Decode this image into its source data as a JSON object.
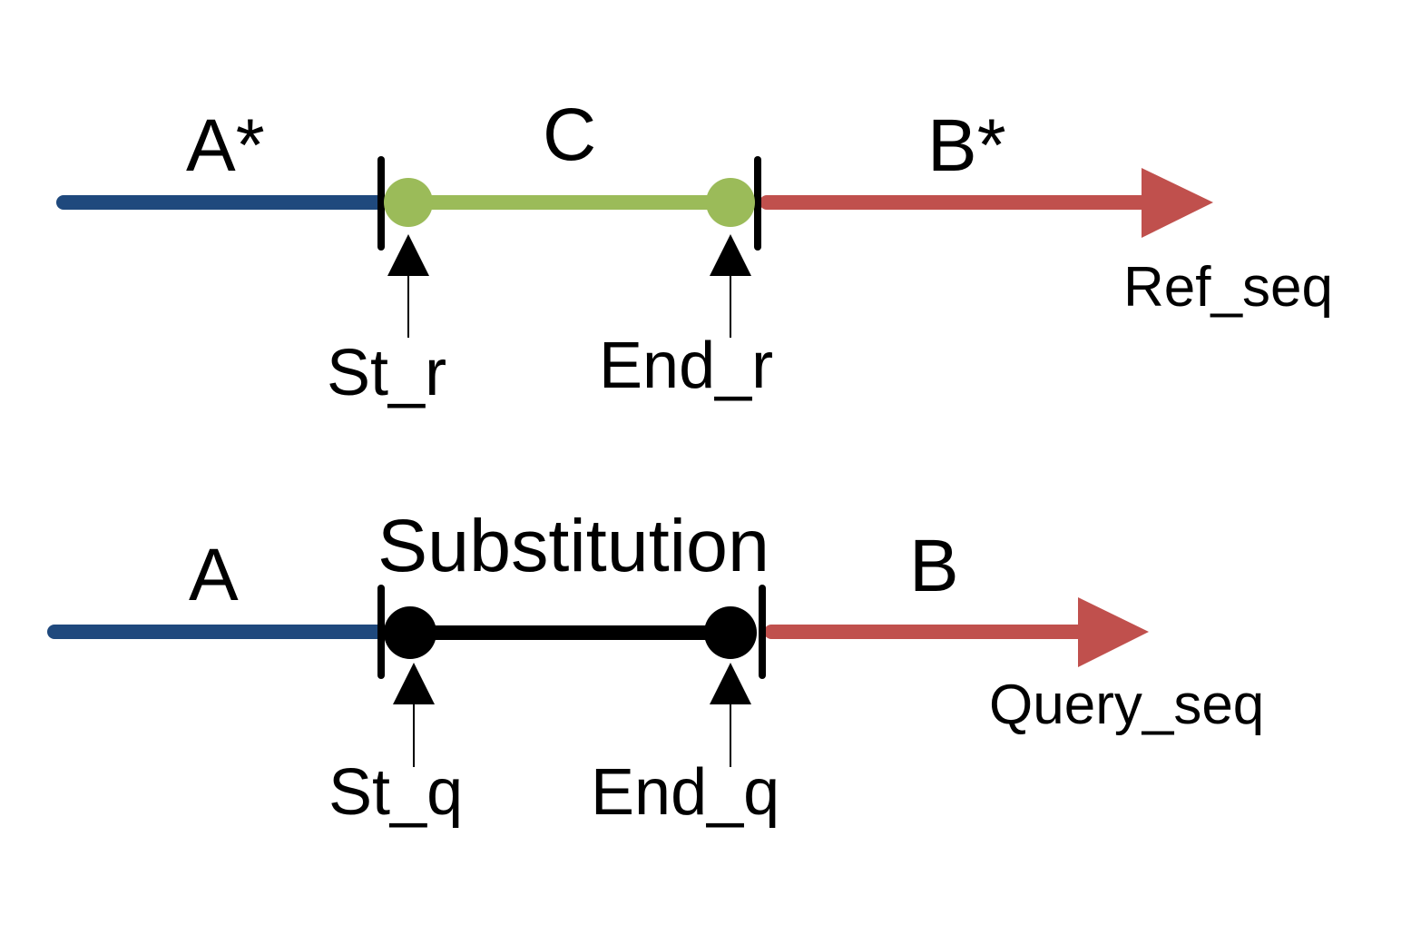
{
  "colors": {
    "blue": "#1f497d",
    "green": "#9bbb59",
    "red": "#c0504d",
    "black": "#000000"
  },
  "reference": {
    "left_segment_label": "A*",
    "middle_segment_label": "C",
    "right_segment_label": "B*",
    "sequence_label": "Ref_seq",
    "start_marker_label": "St_r",
    "end_marker_label": "End_r"
  },
  "query": {
    "left_segment_label": "A",
    "middle_segment_label": "Substitution",
    "right_segment_label": "B",
    "sequence_label": "Query_seq",
    "start_marker_label": "St_q",
    "end_marker_label": "End_q"
  }
}
